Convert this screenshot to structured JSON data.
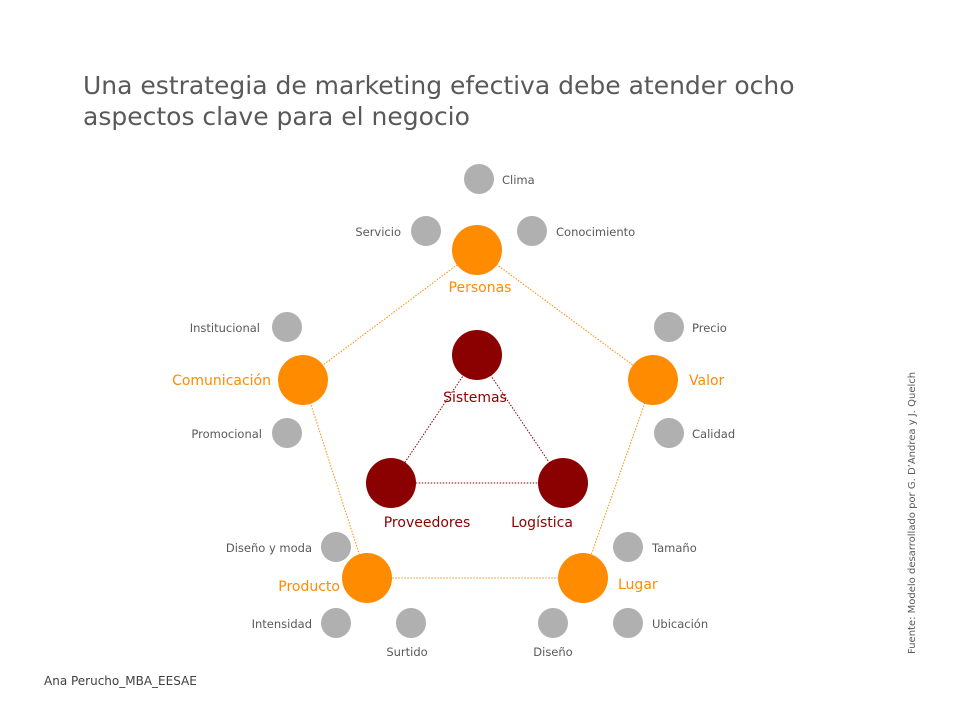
{
  "title": "Una estrategia de marketing efectiva debe atender ocho aspectos clave para el negocio",
  "footer": "Ana Perucho_MBA_EESAE",
  "source": "Fuente: Modelo desarrollado por G. D’Andrea y J. Quelch",
  "colors": {
    "outer": "#ff8c00",
    "inner": "#8b0000",
    "sub": "#b0b0b0"
  },
  "outer_nodes": {
    "personas": "Personas",
    "valor": "Valor",
    "lugar": "Lugar",
    "producto": "Producto",
    "comunicacion": "Comunicación"
  },
  "inner_nodes": {
    "sistemas": "Sistemas",
    "proveedores": "Proveedores",
    "logistica": "Logística"
  },
  "sub_nodes": {
    "clima": "Clima",
    "servicio": "Servicio",
    "conocimiento": "Conocimiento",
    "precio": "Precio",
    "calidad": "Calidad",
    "tamano": "Tamaño",
    "ubicacion": "Ubicación",
    "diseno": "Diseño",
    "surtido": "Surtido",
    "intensidad": "Intensidad",
    "diseno_moda": "Diseño y moda",
    "institucional": "Institucional",
    "promocional": "Promocional"
  }
}
